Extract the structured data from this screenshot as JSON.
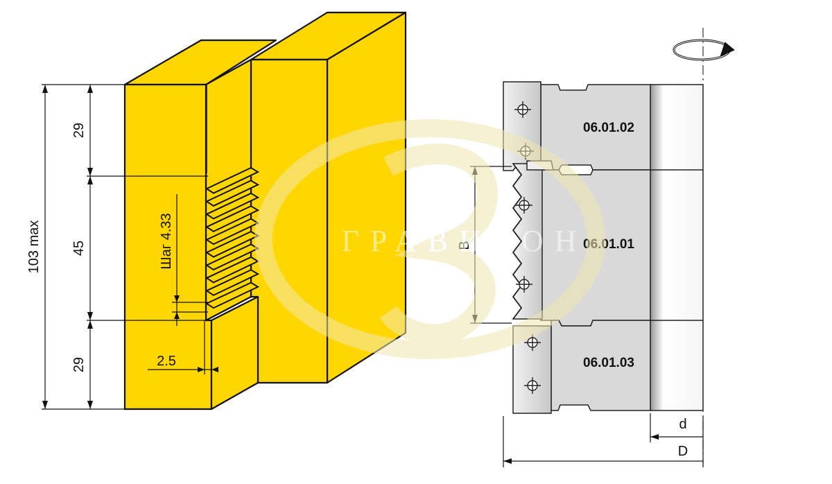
{
  "profile": {
    "dim_total": "103 max",
    "dim_top": "29",
    "dim_middle": "45",
    "dim_bottom": "29",
    "pitch": "Шаг 4.33",
    "tooth_depth": "2.5",
    "fill_color": "#FFD600",
    "outline_color": "#111111"
  },
  "cutter": {
    "segments": [
      "06.01.02",
      "06.01.01",
      "06.01.03"
    ],
    "dim_height": "B",
    "dim_bore": "d",
    "dim_outer": "D",
    "rotation_icon": "rotation-arrow-icon",
    "body_color": "#D9D9D9"
  },
  "watermark": {
    "text": "ГРАВИТОН"
  }
}
